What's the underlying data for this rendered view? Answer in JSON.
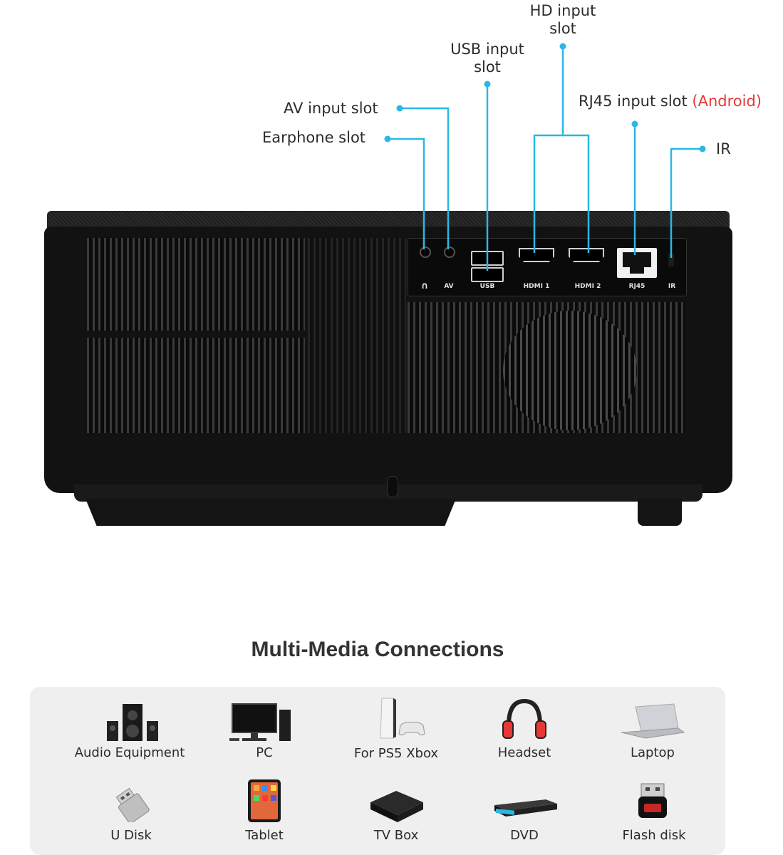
{
  "callouts": {
    "hd_input": "HD input\nslot",
    "usb_input": "USB input\nslot",
    "av_input": "AV input slot",
    "earphone": "Earphone slot",
    "rj45": "RJ45 input slot",
    "rj45_note": "(Android)",
    "ir": "IR"
  },
  "panel_ports": {
    "earphone_symbol": "∩",
    "av": "AV",
    "usb": "USB",
    "hdmi1": "HDMI 1",
    "hdmi2": "HDMI 2",
    "rj45": "RJ45",
    "ir": "IR"
  },
  "connections": {
    "title": "Multi-Media Connections",
    "devices": [
      {
        "label": "Audio Equipment",
        "icon": "speaker-icon"
      },
      {
        "label": "PC",
        "icon": "monitor-icon"
      },
      {
        "label": "For PS5 Xbox",
        "icon": "game-console-icon"
      },
      {
        "label": "Headset",
        "icon": "headphones-icon"
      },
      {
        "label": "Laptop",
        "icon": "laptop-icon"
      },
      {
        "label": "U Disk",
        "icon": "usb-drive-icon"
      },
      {
        "label": "Tablet",
        "icon": "tablet-icon"
      },
      {
        "label": "TV Box",
        "icon": "tv-box-icon"
      },
      {
        "label": "DVD",
        "icon": "dvd-player-icon"
      },
      {
        "label": "Flash disk",
        "icon": "flash-disk-icon"
      }
    ]
  },
  "colors": {
    "leader_line": "#2ab7e6",
    "android_note": "#e53935",
    "projector_body": "#121212",
    "connections_panel": "#efefef"
  }
}
